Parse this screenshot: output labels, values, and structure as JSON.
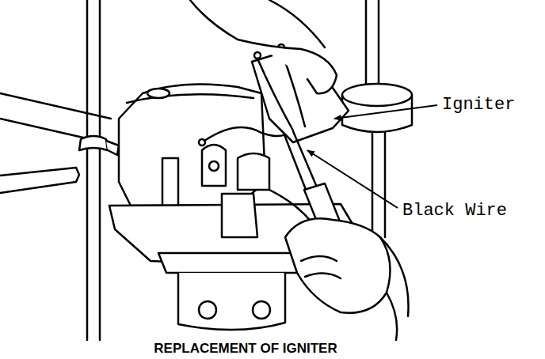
{
  "diagram": {
    "caption": "REPLACEMENT OF IGNITER",
    "labels": [
      "Igniter",
      "Black Wire"
    ]
  }
}
